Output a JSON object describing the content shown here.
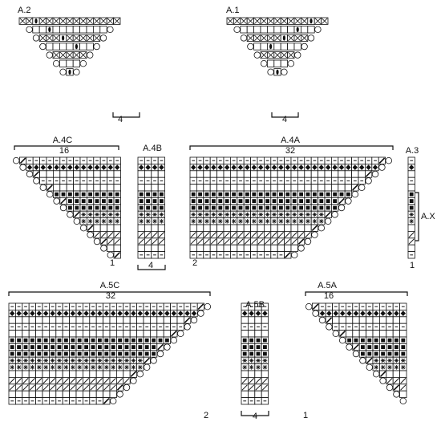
{
  "colors": {
    "ink": "#111111",
    "paper": "#ffffff"
  },
  "symbols": [
    "knit",
    "purl",
    "cross",
    "bobble",
    "filled-square",
    "star",
    "slash",
    "yarn-over"
  ],
  "charts": [
    {
      "name": "A.2",
      "label": "A.2",
      "repeat": "4"
    },
    {
      "name": "A.1",
      "label": "A.1",
      "repeat": "4"
    },
    {
      "name": "A.4C",
      "label": "A.4C",
      "top": "16",
      "bottom": "1"
    },
    {
      "name": "A.4B",
      "label": "A.4B",
      "repeat": "4"
    },
    {
      "name": "A.4A",
      "label": "A.4A",
      "top": "32",
      "bottom": "2"
    },
    {
      "name": "A.3",
      "label": "A.3",
      "side": "A.X",
      "bottom": "1"
    },
    {
      "name": "A.5C",
      "label": "A.5C",
      "top": "32",
      "bottom": "2"
    },
    {
      "name": "A.5B",
      "label": "A.5B",
      "repeat": "4"
    },
    {
      "name": "A.5A",
      "label": "A.5A",
      "top": "16",
      "bottom": "1"
    }
  ]
}
